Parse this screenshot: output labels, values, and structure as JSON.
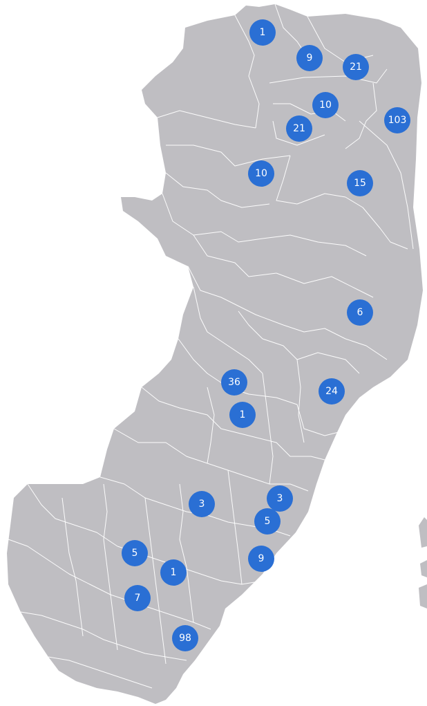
{
  "colors": {
    "land": "#bfbec2",
    "borders": "#ffffff",
    "marker": "#2a6fd4",
    "marker_text": "#ffffff",
    "background": "#ffffff"
  },
  "markers": [
    {
      "id": "m1",
      "count": "1"
    },
    {
      "id": "m2",
      "count": "9"
    },
    {
      "id": "m3",
      "count": "21"
    },
    {
      "id": "m4",
      "count": "10"
    },
    {
      "id": "m5",
      "count": "103"
    },
    {
      "id": "m6",
      "count": "21"
    },
    {
      "id": "m7",
      "count": "10"
    },
    {
      "id": "m8",
      "count": "15"
    },
    {
      "id": "m9",
      "count": "6"
    },
    {
      "id": "m10",
      "count": "36"
    },
    {
      "id": "m11",
      "count": "24"
    },
    {
      "id": "m12",
      "count": "1"
    },
    {
      "id": "m13",
      "count": "3"
    },
    {
      "id": "m14",
      "count": "3"
    },
    {
      "id": "m15",
      "count": "5"
    },
    {
      "id": "m16",
      "count": "5"
    },
    {
      "id": "m17",
      "count": "9"
    },
    {
      "id": "m18",
      "count": "1"
    },
    {
      "id": "m19",
      "count": "7"
    },
    {
      "id": "m20",
      "count": "98"
    }
  ]
}
